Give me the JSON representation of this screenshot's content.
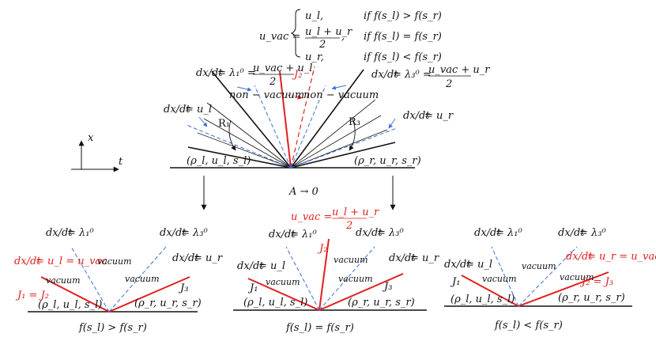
{
  "colors": {
    "shock": "#e02020",
    "characteristic": "#3a6fd8",
    "ink": "#111111"
  },
  "top": {
    "uvac_formula": {
      "lhs": "u_vac =",
      "case1": "u_l,",
      "cond1": "if f(s_l) > f(s_r)",
      "case2_num": "u_l + u_r",
      "case2_den": "2",
      "case2_comma": ",",
      "cond2": "if f(s_l) = f(s_r)",
      "case3": "u_r,",
      "cond3": "if f(s_l) < f(s_r)"
    },
    "left_eig": {
      "frac": "dx/dt",
      "rhs": "= λ₁⁰ =",
      "num": "u_vac + u_l",
      "den": "2"
    },
    "right_eig": {
      "frac": "dx/dt",
      "rhs": "= λ₃⁰ =",
      "num": "u_vac + u_r",
      "den": "2"
    },
    "left_char": {
      "frac": "dx/dt",
      "rhs": "= u_l"
    },
    "right_char": {
      "frac": "dx/dt",
      "rhs": "= u_r"
    },
    "J2": "J₂",
    "nonvac_left": "non − vacuum",
    "nonvac_right": "non − vacuum",
    "R1": "R₁",
    "R3": "R₃",
    "state_left": "(ρ_l, u_l, s_l)",
    "state_right": "(ρ_r, u_r, s_r)",
    "limit": "A → 0",
    "axis_x": "x",
    "axis_t": "t"
  },
  "panels": [
    {
      "lambda1": {
        "frac": "dx/dt",
        "rhs": "= λ₁⁰"
      },
      "lambda3": {
        "frac": "dx/dt",
        "rhs": "= λ₃⁰"
      },
      "left_label": {
        "frac": "dx/dt",
        "rhs": "= u_l = u_vac"
      },
      "right_label": {
        "frac": "dx/dt",
        "rhs": "= u_r"
      },
      "J_left": "J₁ = J₂",
      "J_right": "J₃",
      "vacuum_top": "vacuum",
      "vacuum_left": "vacuum",
      "vacuum_right": "vacuum",
      "state_left": "(ρ_l, u_l, s_l)",
      "state_right": "(ρ_r, u_r, s_r)",
      "condition": "f(s_l) > f(s_r)"
    },
    {
      "lambda1": {
        "frac": "dx/dt",
        "rhs": "= λ₁⁰"
      },
      "lambda3": {
        "frac": "dx/dt",
        "rhs": "= λ₃⁰"
      },
      "left_label": {
        "frac": "dx/dt",
        "rhs": "= u_l"
      },
      "right_label": {
        "frac": "dx/dt",
        "rhs": "= u_r"
      },
      "uvac_label": {
        "lhs": "u_vac =",
        "num": "u_l + u_r",
        "den": "2"
      },
      "J_left": "J₁",
      "J_mid": "J₂",
      "J_right": "J₃",
      "vacuum_left": "vacuum",
      "vacuum_mid": "vacuum",
      "vacuum_right": "vacuum",
      "state_left": "(ρ_l, u_l, s_l)",
      "state_right": "(ρ_r, u_r, s_r)",
      "condition": "f(s_l) = f(s_r)"
    },
    {
      "lambda1": {
        "frac": "dx/dt",
        "rhs": "= λ₁⁰"
      },
      "lambda3": {
        "frac": "dx/dt",
        "rhs": "= λ₃⁰"
      },
      "left_label": {
        "frac": "dx/dt",
        "rhs": "= u_l"
      },
      "right_label": {
        "frac": "dx/dt",
        "rhs": "= u_r = u_vac"
      },
      "J_left": "J₁",
      "J_right": "J₂ = J₃",
      "vacuum_left": "vacuum",
      "vacuum_mid": "vacuum",
      "vacuum_right": "vacuum",
      "state_left": "(ρ_l, u_l, s_l)",
      "state_right": "(ρ_r, u_r, s_r)",
      "condition": "f(s_l) < f(s_r)"
    }
  ]
}
